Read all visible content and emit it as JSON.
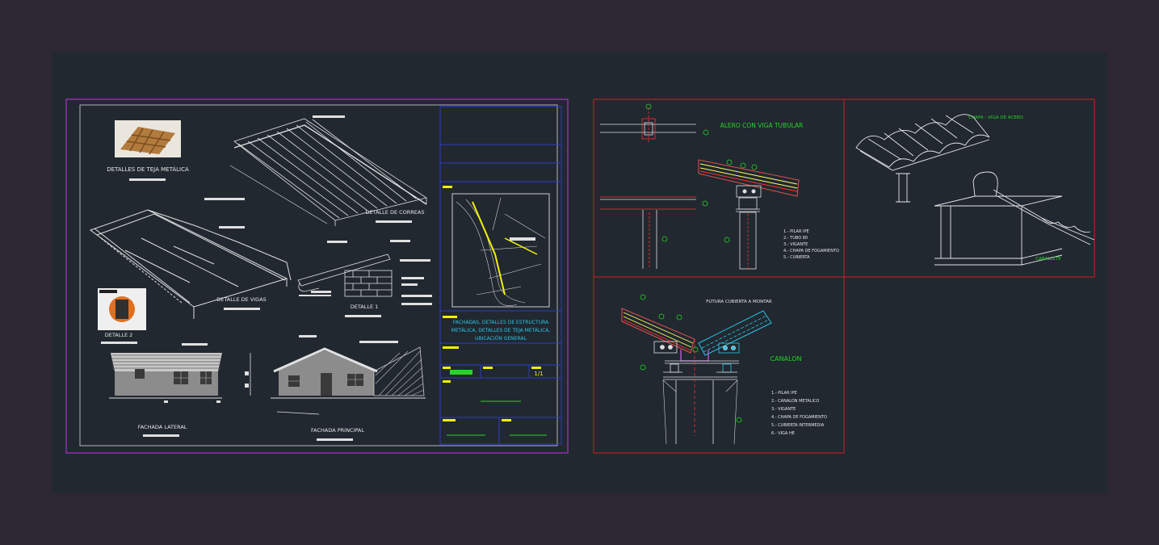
{
  "sheet_left": {
    "detalle_teja": "DETALLES DE TEJA METÁLICA",
    "detalle_correas": "DETALLE DE CORREAS",
    "detalle_vigas": "DETALLE DE VIGAS",
    "detalle_1": "DETALLE 1",
    "detalle_2": "DETALLE 2",
    "fachada_lateral": "FACHADA LATERAL",
    "fachada_principal": "FACHADA PRINCIPAL",
    "title_block_description": [
      "FACHADAS, DETALLES DE ESTRUCTURA",
      "METÁLICA, DETALLES DE TEJA METÁLICA,",
      "UBICACIÓN GENERAL"
    ],
    "sheet_number": "1/1"
  },
  "sheet_alero": {
    "title": "ALERO CON VIGA TUBULAR",
    "legend": [
      "1.- PILAR IPE",
      "2.- TUBO 80",
      "3.- VIGANTE",
      "4.- CHAPA DE FOGAMIENTO",
      "5.- CUBIERTA"
    ]
  },
  "sheet_chapa": {
    "title": "CHAPA - VIGA DE ACERO",
    "caballete": "CABALLETE"
  },
  "sheet_canalon": {
    "futura": "FUTURA CUBIERTA A MONTAR",
    "title": "CANALON",
    "legend": [
      "1.- PILAR IPE",
      "2.- CANALON METALICO",
      "3.- VIGANTE",
      "4.- CHAPA DE FOGAMIENTO",
      "5.- CUBIERTA INTERMEDIA",
      "6.- VIGA HE"
    ]
  },
  "colors": {
    "background": "#2c2730",
    "canvas": "#212830",
    "frame_magenta": "#b030c8",
    "frame_red": "#d02020",
    "title_block_blue": "#2a3cc8"
  }
}
